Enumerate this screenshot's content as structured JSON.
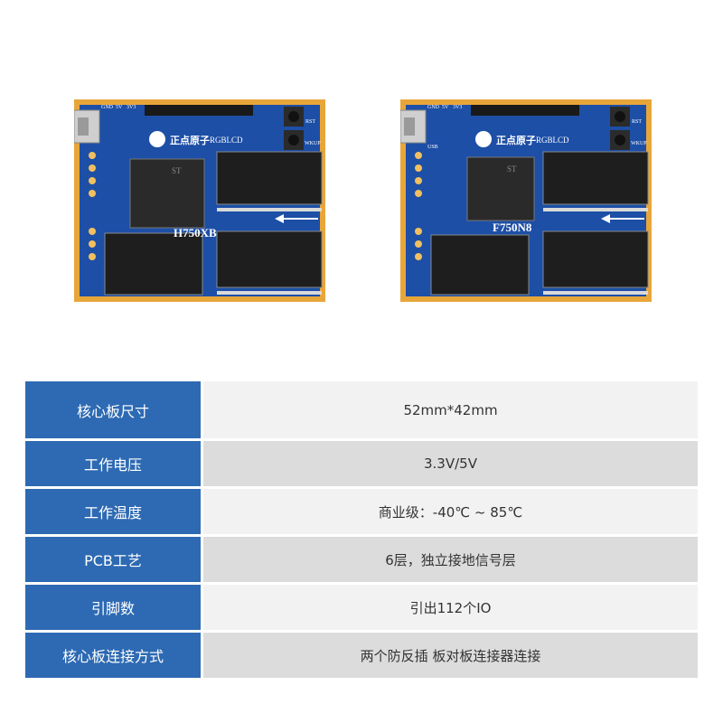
{
  "boards": [
    {
      "model_label": "H750XB",
      "rgblcd_label": "RGBLCD",
      "silk": {
        "gnd": "GND",
        "v5": "5V",
        "v33": "3V3",
        "rst": "RST",
        "wkup": "WKUP"
      }
    },
    {
      "model_label": "F750N8",
      "rgblcd_label": "RGBLCD",
      "silk": {
        "gnd": "GND",
        "v5": "5V",
        "v33": "3V3",
        "rst": "RST",
        "wkup": "WKUP",
        "usb": "USB"
      }
    }
  ],
  "specs": [
    {
      "label": "核心板尺寸",
      "value": "52mm*42mm"
    },
    {
      "label": "工作电压",
      "value": "3.3V/5V"
    },
    {
      "label": "工作温度",
      "value": "商业级：-40℃ ~ 85℃"
    },
    {
      "label": "PCB工艺",
      "value": "6层，独立接地信号层"
    },
    {
      "label": "引脚数",
      "value": "引出112个IO"
    },
    {
      "label": "核心板连接方式",
      "value": "两个防反插 板对板连接器连接"
    }
  ],
  "colors": {
    "header_blue": "#2e6ab3",
    "pcb_blue": "#1d4fa6",
    "pcb_edge": "#e8a63a"
  }
}
